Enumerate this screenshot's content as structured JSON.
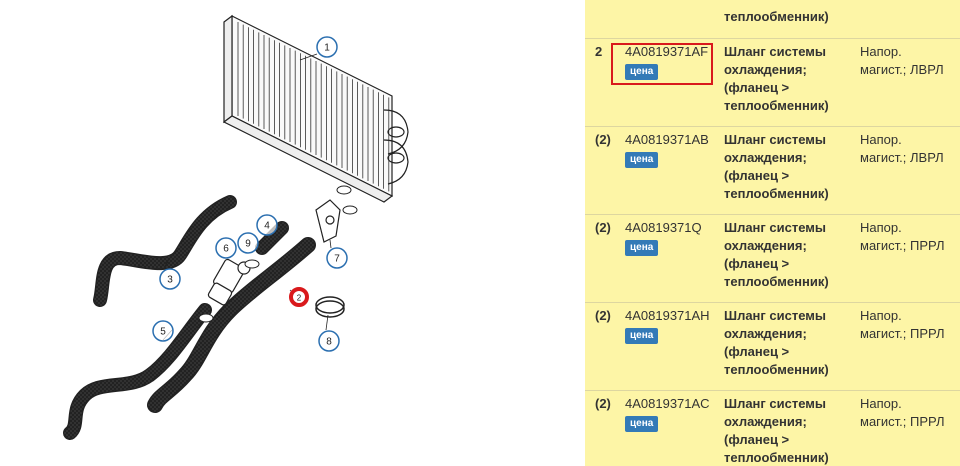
{
  "diagram": {
    "callouts": [
      "1",
      "2",
      "3",
      "4",
      "5",
      "6",
      "7",
      "8",
      "9"
    ]
  },
  "table": {
    "top_row_name_tail": "теплообменник)",
    "rows": [
      {
        "pos": "2",
        "code": "4A0819371AF",
        "price": "цена",
        "name": [
          "Шланг системы",
          "охлаждения;",
          "(фланец >",
          "теплообменник)"
        ],
        "note": [
          "Напор.",
          "магист.; ЛВРЛ"
        ],
        "highlighted": true
      },
      {
        "pos": "(2)",
        "code": "4A0819371AB",
        "price": "цена",
        "name": [
          "Шланг системы",
          "охлаждения;",
          "(фланец >",
          "теплообменник)"
        ],
        "note": [
          "Напор.",
          "магист.; ЛВРЛ"
        ],
        "highlighted": false
      },
      {
        "pos": "(2)",
        "code": "4A0819371Q",
        "price": "цена",
        "name": [
          "Шланг системы",
          "охлаждения;",
          "(фланец >",
          "теплообменник)"
        ],
        "note": [
          "Напор.",
          "магист.; ПРРЛ"
        ],
        "highlighted": false
      },
      {
        "pos": "(2)",
        "code": "4A0819371AH",
        "price": "цена",
        "name": [
          "Шланг системы",
          "охлаждения;",
          "(фланец >",
          "теплообменник)"
        ],
        "note": [
          "Напор.",
          "магист.; ПРРЛ"
        ],
        "highlighted": false
      },
      {
        "pos": "(2)",
        "code": "4A0819371AC",
        "price": "цена",
        "name": [
          "Шланг системы",
          "охлаждения;",
          "(фланец >",
          "теплообменник)"
        ],
        "note": [
          "Напор.",
          "магист.; ПРРЛ"
        ],
        "highlighted": false
      }
    ]
  },
  "colors": {
    "row_bg": "#fdf5a6",
    "button": "#337ab7",
    "highlight": "#d9191c",
    "callout": "#2b6fb0"
  }
}
